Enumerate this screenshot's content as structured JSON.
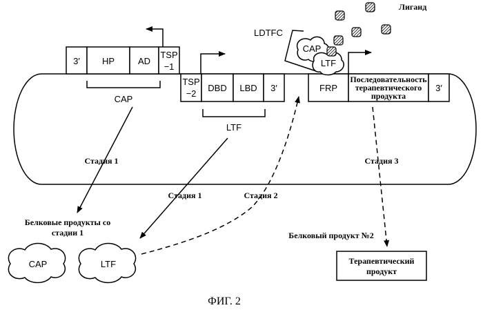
{
  "figure_caption": "ФИГ. 2",
  "plasmid": {
    "cap_cassette": {
      "three_prime": "3′",
      "hp": "HP",
      "ad": "AD",
      "tsp1_line1": "TSP",
      "tsp1_line2": "−1",
      "bracket_label": "CAP"
    },
    "ltf_cassette": {
      "tsp2_line1": "TSP",
      "tsp2_line2": "−2",
      "dbd": "DBD",
      "lbd": "LBD",
      "three_prime": "3′",
      "bracket_label": "LTF"
    },
    "product_cassette": {
      "frp": "FRP",
      "therapeutic_line1": "Последовательность",
      "therapeutic_line2": "терапевтического",
      "therapeutic_line3": "продукта",
      "three_prime": "3′"
    }
  },
  "complex": {
    "label": "LDTFC",
    "cap": "CAP",
    "ltf": "LTF"
  },
  "ligand_label": "Лиганд",
  "stages": {
    "stage1_left": "Стадия 1",
    "stage1_right": "Стадия 1",
    "stage2": "Стадия 2",
    "stage3": "Стадия 3"
  },
  "products": {
    "stage1_line1": "Белковые продукты со",
    "stage1_line2": "стадии 1",
    "cloud_cap": "CAP",
    "cloud_ltf": "LTF",
    "product2_label": "Белковый продукт №2",
    "therapeutic_line1": "Терапевтический",
    "therapeutic_line2": "продукт"
  }
}
